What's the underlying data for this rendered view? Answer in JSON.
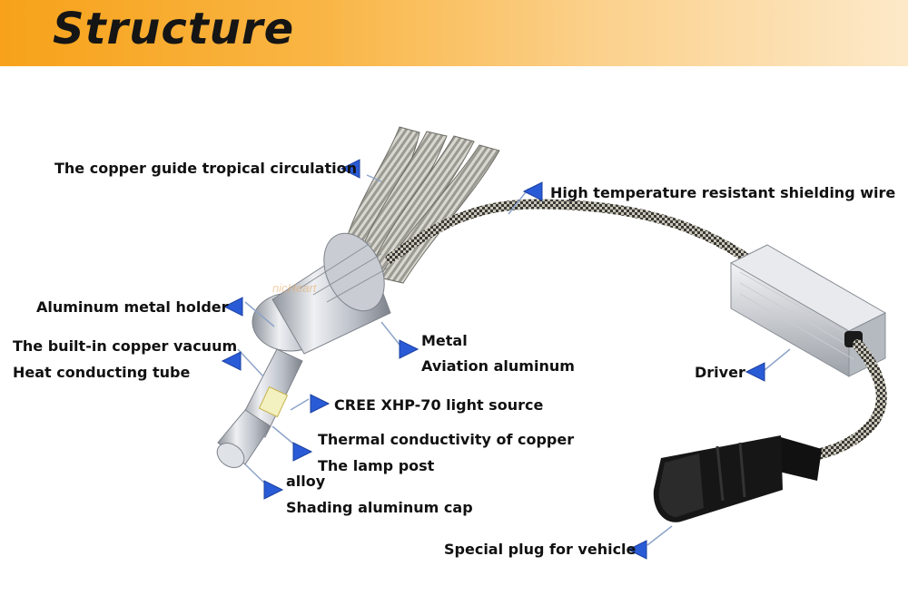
{
  "title": "Structure",
  "watermark": "nicHeart",
  "labels": {
    "copper_guide": "The copper guide tropical circulation",
    "shielding_wire": "High temperature resistant shielding wire",
    "metal_holder": "Aluminum metal holder",
    "vacuum_line1": "The built-in copper vacuum",
    "vacuum_line2": "Heat conducting tube",
    "metal_line1": "Metal",
    "metal_line2": "Aviation aluminum",
    "driver": "Driver",
    "light_source": "CREE XHP-70 light source",
    "copper_line1": "Thermal conductivity of copper",
    "copper_line2": "The lamp post",
    "cap_line1": "alloy",
    "cap_line2": "Shading aluminum cap",
    "plug": "Special plug for vehicle"
  },
  "colors": {
    "header_start": "#f7a21a",
    "header_end": "#fde9c9",
    "pointer": "#2a5bd7"
  }
}
